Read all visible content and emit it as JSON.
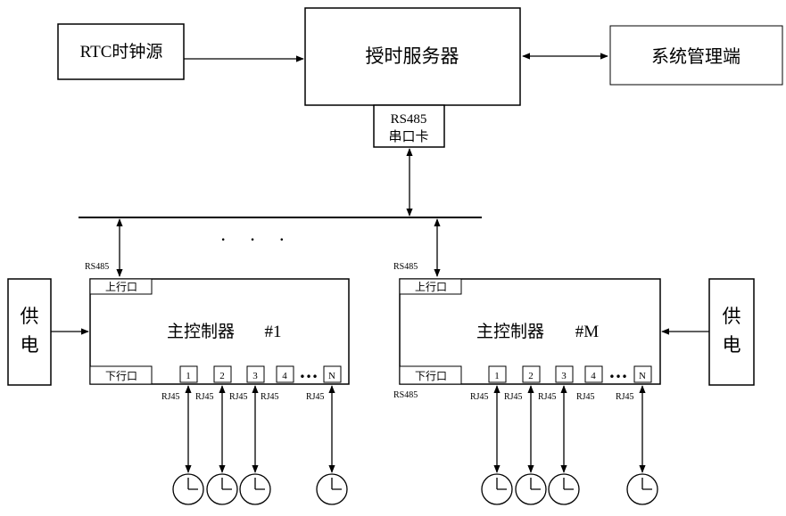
{
  "rtc_source": "RTC时钟源",
  "timing_server": "授时服务器",
  "system_management": "系统管理端",
  "rs485_card": {
    "line1": "RS485",
    "line2": "串口卡"
  },
  "ellipsis": "· · ·",
  "controller_left": {
    "title": "主控制器",
    "suffix": "#1",
    "upstream_port": "上行口",
    "downstream_port": "下行口",
    "rs485_top": "RS485",
    "ports": [
      "1",
      "2",
      "3",
      "4",
      "N"
    ],
    "port_dots": "•••",
    "rj45": [
      "RJ45",
      "RJ45",
      "RJ45",
      "RJ45",
      "RJ45"
    ]
  },
  "controller_right": {
    "title": "主控制器",
    "suffix": "#M",
    "upstream_port": "上行口",
    "downstream_port": "下行口",
    "rs485_top": "RS485",
    "rs485_bottom": "RS485",
    "ports": [
      "1",
      "2",
      "3",
      "4",
      "N"
    ],
    "port_dots": "•••",
    "rj45": [
      "RJ45",
      "RJ45",
      "RJ45",
      "RJ45",
      "RJ45"
    ]
  },
  "power_left": {
    "line1": "供",
    "line2": "电"
  },
  "power_right": {
    "line1": "供",
    "line2": "电"
  }
}
